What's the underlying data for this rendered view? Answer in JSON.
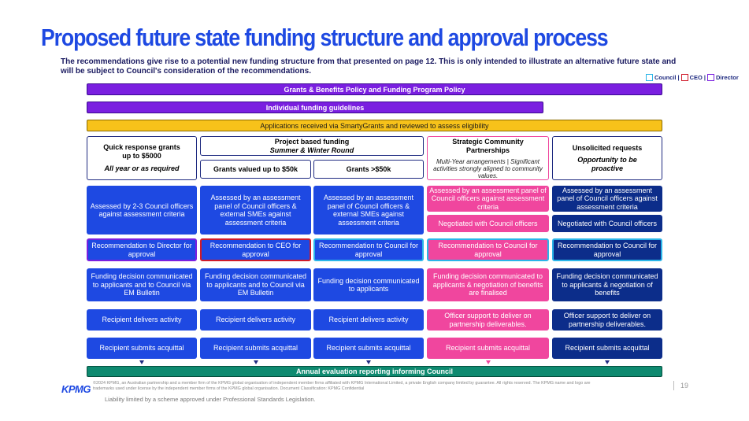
{
  "title": "Proposed future state funding structure and approval process",
  "subtitle": "The recommendations give rise to a potential new funding structure from that presented on page 12. This is only intended to illustrate an alternative future state and will be subject to Council's consideration of the recommendations.",
  "legend": {
    "council": "Council",
    "ceo": "CEO",
    "director": "Director"
  },
  "colors": {
    "blue": "#1e49e2",
    "navy": "#0c2d8a",
    "pink": "#f0469e",
    "purple": "#7a1fe0",
    "yellow": "#f7c21a",
    "teal": "#0e8a70",
    "red": "#d01b2a",
    "cyan": "#2ab5e8"
  },
  "bands": {
    "policy": "Grants & Benefits Policy and Funding Program Policy",
    "guidelines": "Individual funding guidelines",
    "applications": "Applications received via SmartyGrants and reviewed to assess eligibility",
    "evaluation": "Annual evaluation reporting informing Council"
  },
  "headers": {
    "quick": {
      "title": "Quick response grants up to $5000",
      "sub": "All year or as required"
    },
    "project": {
      "title": "Project based funding",
      "sub": "Summer & Winter Round",
      "left": "Grants valued up to $50k",
      "right": "Grants >$50k"
    },
    "strategic": {
      "title": "Strategic Community Partnerships",
      "sub": "Multi-Year arrangements | Significant activities strongly aligned to community values."
    },
    "unsolicited": {
      "title": "Unsolicited requests",
      "sub": "Opportunity to be proactive"
    }
  },
  "cols": {
    "c1": {
      "assess": "Assessed by 2-3 Council officers against assessment criteria",
      "rec": "Recommendation to Director for approval",
      "decision": "Funding decision communicated to applicants and to Council via EM Bulletin",
      "deliver": "Recipient delivers activity",
      "acquit": "Recipient submits acquittal"
    },
    "c2": {
      "assess": "Assessed by an assessment panel of Council officers & external SMEs against assessment criteria",
      "rec": "Recommendation to CEO for approval",
      "decision": "Funding decision communicated to applicants and to Council via EM Bulletin",
      "deliver": "Recipient delivers activity",
      "acquit": "Recipient submits acquittal"
    },
    "c3": {
      "assess": "Assessed by an assessment panel of Council officers & external SMEs against assessment criteria",
      "rec": "Recommendation to Council for approval",
      "decision": "Funding decision communicated to applicants",
      "deliver": "Recipient delivers activity",
      "acquit": "Recipient submits acquittal"
    },
    "c4": {
      "assess": "Assessed by an assessment panel of Council officers against assessment criteria",
      "negotiate": "Negotiated with Council officers",
      "rec": "Recommendation to Council for approval",
      "decision": "Funding decision communicated to applicants & negotiation of benefits are finalised",
      "deliver": "Officer support to deliver on partnership deliverables.",
      "acquit": "Recipient submits acquittal"
    },
    "c5": {
      "assess": "Assessed by an assessment panel of Council officers against assessment criteria",
      "negotiate": "Negotiated with Council officers",
      "rec": "Recommendation to Council for approval",
      "decision": "Funding decision communicated to applicants & negotiation of benefits",
      "deliver": "Officer support to deliver on partnership deliverables.",
      "acquit": "Recipient submits acquittal"
    }
  },
  "footer": {
    "legal": "©2024 KPMG, an Australian partnership and a member firm of the KPMG global organisation of independent member firms affiliated with KPMG International Limited, a private English company limited by guarantee. All rights reserved. The KPMG name and logo are trademarks used under license by the independent member firms of the KPMG global organisation. Document Classification: KPMG Confidential",
    "liability": "Liability limited by a scheme approved under Professional Standards Legislation.",
    "logo": "KPMG",
    "page": "19"
  }
}
